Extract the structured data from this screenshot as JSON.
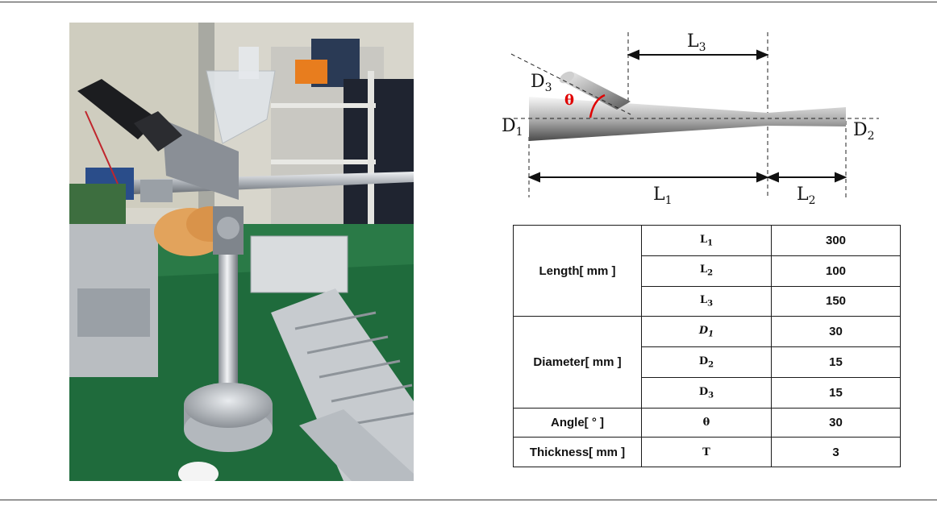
{
  "photo": {
    "alt": "Photograph of the experimental nozzle apparatus"
  },
  "diagram": {
    "L1": "L",
    "L1_sub": "1",
    "L2": "L",
    "L2_sub": "2",
    "L3": "L",
    "L3_sub": "3",
    "D1": "D",
    "D1_sub": "1",
    "D2": "D",
    "D2_sub": "2",
    "D3": "D",
    "D3_sub": "3",
    "theta": "θ"
  },
  "table": {
    "groups": [
      {
        "label": "Length[ mm ]",
        "rows": [
          {
            "symbol": "L",
            "sub": "1",
            "value": "300"
          },
          {
            "symbol": "L",
            "sub": "2",
            "value": "100"
          },
          {
            "symbol": "L",
            "sub": "3",
            "value": "150"
          }
        ]
      },
      {
        "label": "Diameter[ mm ]",
        "rows": [
          {
            "symbol": "D",
            "sub": "1",
            "value": "30"
          },
          {
            "symbol": "D",
            "sub": "2",
            "value": "15"
          },
          {
            "symbol": "D",
            "sub": "3",
            "value": "15"
          }
        ]
      },
      {
        "label": "Angle[ ° ]",
        "rows": [
          {
            "symbol": "θ",
            "sub": "",
            "value": "30"
          }
        ]
      },
      {
        "label": "Thickness[ mm ]",
        "rows": [
          {
            "symbol": "T",
            "sub": "",
            "value": "3"
          }
        ]
      }
    ]
  }
}
